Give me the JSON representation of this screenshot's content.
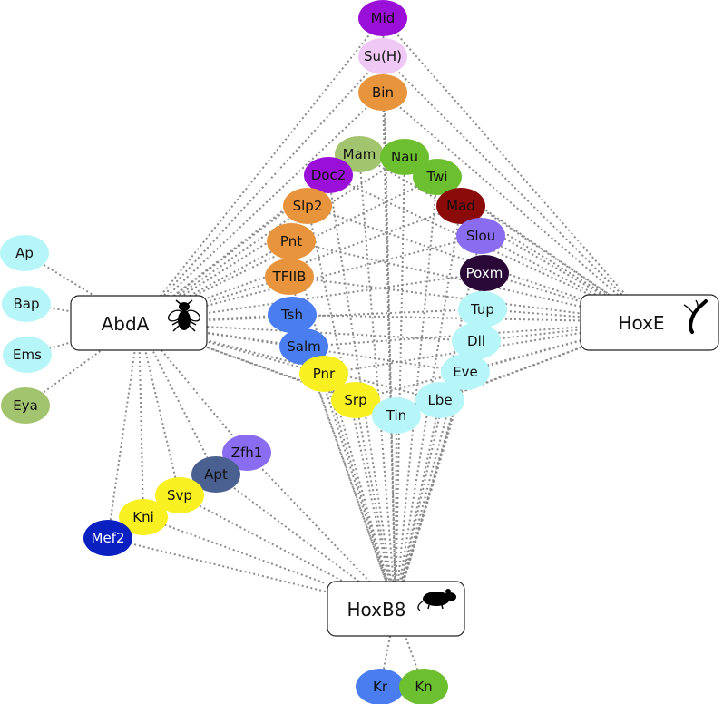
{
  "hubs": {
    "abda": {
      "label": "AbdA",
      "icon": "fly-icon"
    },
    "hoxe": {
      "label": "HoxE",
      "icon": "leech-icon"
    },
    "hoxb8": {
      "label": "HoxB8",
      "icon": "mouse-icon"
    }
  },
  "nodes": {
    "mid": {
      "label": "Mid",
      "color": "#9a10d8"
    },
    "suh": {
      "label": "Su(H)",
      "color": "#f0c8f5"
    },
    "bin": {
      "label": "Bin",
      "color": "#e8943c"
    },
    "mam": {
      "label": "Mam",
      "color": "#a3c46e"
    },
    "nau": {
      "label": "Nau",
      "color": "#6cbf2e"
    },
    "doc2": {
      "label": "Doc2",
      "color": "#9a10d8"
    },
    "twi": {
      "label": "Twi",
      "color": "#6cbf2e"
    },
    "slp2": {
      "label": "Slp2",
      "color": "#e8943c"
    },
    "mad": {
      "label": "Mad",
      "color": "#8b0a0a"
    },
    "pnt": {
      "label": "Pnt",
      "color": "#e8943c"
    },
    "slou": {
      "label": "Slou",
      "color": "#8a6cf0"
    },
    "tfiib": {
      "label": "TFIIB",
      "color": "#e8943c"
    },
    "poxm": {
      "label": "Poxm",
      "color": "#2a0838"
    },
    "tsh": {
      "label": "Tsh",
      "color": "#4a7ef0"
    },
    "tup": {
      "label": "Tup",
      "color": "#b6f6f8"
    },
    "salm": {
      "label": "Salm",
      "color": "#4a7ef0"
    },
    "dll": {
      "label": "Dll",
      "color": "#b6f6f8"
    },
    "pnr": {
      "label": "Pnr",
      "color": "#f8f020"
    },
    "eve": {
      "label": "Eve",
      "color": "#b6f6f8"
    },
    "srp": {
      "label": "Srp",
      "color": "#f8f020"
    },
    "lbe": {
      "label": "Lbe",
      "color": "#b6f6f8"
    },
    "tin": {
      "label": "Tin",
      "color": "#b6f6f8"
    },
    "ap": {
      "label": "Ap",
      "color": "#b6f6f8"
    },
    "bap": {
      "label": "Bap",
      "color": "#b6f6f8"
    },
    "ems": {
      "label": "Ems",
      "color": "#b6f6f8"
    },
    "eya": {
      "label": "Eya",
      "color": "#a3c46e"
    },
    "zfh1": {
      "label": "Zfh1",
      "color": "#8a6cf0"
    },
    "apt": {
      "label": "Apt",
      "color": "#4a6090"
    },
    "svp": {
      "label": "Svp",
      "color": "#f8f020"
    },
    "kni": {
      "label": "Kni",
      "color": "#f8f020"
    },
    "mef2": {
      "label": "Mef2",
      "color": "#0a20c0"
    },
    "kr": {
      "label": "Kr",
      "color": "#4a7ef0"
    },
    "kn": {
      "label": "Kn",
      "color": "#6cbf2e"
    }
  },
  "edges": [
    [
      "mid",
      "hoxe"
    ],
    [
      "mid",
      "abda"
    ],
    [
      "mid",
      "hoxb8"
    ],
    [
      "suh",
      "hoxe"
    ],
    [
      "suh",
      "abda"
    ],
    [
      "suh",
      "hoxb8"
    ],
    [
      "bin",
      "hoxe"
    ],
    [
      "bin",
      "abda"
    ],
    [
      "bin",
      "hoxb8"
    ],
    [
      "mam",
      "hoxe"
    ],
    [
      "mam",
      "abda"
    ],
    [
      "mam",
      "hoxb8"
    ],
    [
      "nau",
      "hoxe"
    ],
    [
      "nau",
      "abda"
    ],
    [
      "nau",
      "hoxb8"
    ],
    [
      "doc2",
      "hoxe"
    ],
    [
      "doc2",
      "abda"
    ],
    [
      "doc2",
      "hoxb8"
    ],
    [
      "twi",
      "hoxe"
    ],
    [
      "twi",
      "abda"
    ],
    [
      "twi",
      "hoxb8"
    ],
    [
      "slp2",
      "hoxe"
    ],
    [
      "slp2",
      "abda"
    ],
    [
      "slp2",
      "hoxb8"
    ],
    [
      "mad",
      "hoxe"
    ],
    [
      "mad",
      "abda"
    ],
    [
      "mad",
      "hoxb8"
    ],
    [
      "pnt",
      "hoxe"
    ],
    [
      "pnt",
      "abda"
    ],
    [
      "pnt",
      "hoxb8"
    ],
    [
      "slou",
      "hoxe"
    ],
    [
      "slou",
      "abda"
    ],
    [
      "slou",
      "hoxb8"
    ],
    [
      "tfiib",
      "hoxe"
    ],
    [
      "tfiib",
      "abda"
    ],
    [
      "tfiib",
      "hoxb8"
    ],
    [
      "poxm",
      "hoxe"
    ],
    [
      "poxm",
      "abda"
    ],
    [
      "poxm",
      "hoxb8"
    ],
    [
      "tsh",
      "hoxe"
    ],
    [
      "tsh",
      "abda"
    ],
    [
      "tsh",
      "hoxb8"
    ],
    [
      "tup",
      "hoxe"
    ],
    [
      "tup",
      "abda"
    ],
    [
      "tup",
      "hoxb8"
    ],
    [
      "salm",
      "hoxe"
    ],
    [
      "salm",
      "abda"
    ],
    [
      "salm",
      "hoxb8"
    ],
    [
      "dll",
      "hoxe"
    ],
    [
      "dll",
      "abda"
    ],
    [
      "dll",
      "hoxb8"
    ],
    [
      "pnr",
      "hoxe"
    ],
    [
      "pnr",
      "abda"
    ],
    [
      "pnr",
      "hoxb8"
    ],
    [
      "eve",
      "hoxe"
    ],
    [
      "eve",
      "abda"
    ],
    [
      "eve",
      "hoxb8"
    ],
    [
      "srp",
      "hoxe"
    ],
    [
      "srp",
      "abda"
    ],
    [
      "srp",
      "hoxb8"
    ],
    [
      "lbe",
      "hoxe"
    ],
    [
      "lbe",
      "abda"
    ],
    [
      "lbe",
      "hoxb8"
    ],
    [
      "tin",
      "hoxe"
    ],
    [
      "tin",
      "abda"
    ],
    [
      "tin",
      "hoxb8"
    ],
    [
      "ap",
      "abda"
    ],
    [
      "bap",
      "abda"
    ],
    [
      "ems",
      "abda"
    ],
    [
      "eya",
      "abda"
    ],
    [
      "zfh1",
      "abda"
    ],
    [
      "zfh1",
      "hoxb8"
    ],
    [
      "apt",
      "abda"
    ],
    [
      "apt",
      "hoxb8"
    ],
    [
      "svp",
      "abda"
    ],
    [
      "svp",
      "hoxb8"
    ],
    [
      "kni",
      "abda"
    ],
    [
      "kni",
      "hoxb8"
    ],
    [
      "mef2",
      "abda"
    ],
    [
      "mef2",
      "hoxb8"
    ],
    [
      "kr",
      "hoxb8"
    ],
    [
      "kn",
      "hoxb8"
    ]
  ]
}
